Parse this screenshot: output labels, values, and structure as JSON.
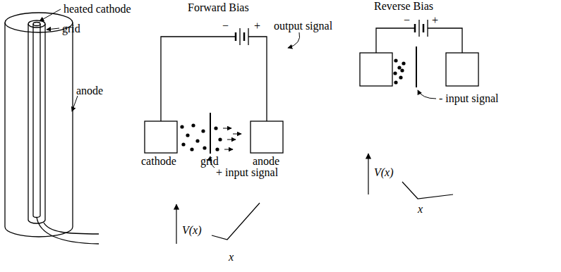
{
  "diagram": {
    "labels": [
      "heated cathode",
      "grid",
      "anode",
      "Forward Bias",
      "−",
      "+",
      "output signal",
      "cathode",
      "grid",
      "anode",
      "+ input signal",
      "V(x)",
      "x",
      "Reverse Bias",
      "−",
      "+",
      "- input signal",
      "V(x)",
      "x"
    ]
  }
}
